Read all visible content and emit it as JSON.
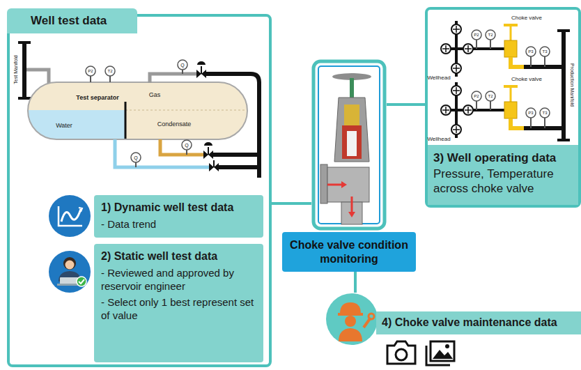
{
  "diagram": {
    "nodes": [
      {
        "text": [
          "Well test data"
        ]
      },
      {
        "text": [
          "1) Dynamic well test data",
          "- Data trend"
        ],
        "in": 0
      },
      {
        "text": [
          "2) Static well test data",
          "- Reviewed and approved by reservoir engineer",
          "- Select only 1 best represent set of value"
        ],
        "in": 0
      },
      {
        "text": [
          "Choke valve condition monitoring"
        ]
      },
      {
        "text": [
          "3) Well operating data",
          "Pressure, Temperature across choke valve"
        ]
      },
      {
        "text": [
          "4) Choke valve maintenance data"
        ]
      }
    ],
    "edges": [
      {
        "from": 0,
        "to": 3,
        "arrow": "none"
      },
      {
        "from": 4,
        "to": 3,
        "arrow": "none"
      },
      {
        "from": 5,
        "to": 3,
        "arrow": "none"
      }
    ],
    "labels": [
      "Test Manifold",
      "P2",
      "T2",
      "Q",
      "Test separator",
      "Gas",
      "Water",
      "Condensate",
      "Q",
      "Q",
      "Choke valve",
      "P2",
      "T2",
      "P3",
      "T3",
      "Wellhead",
      "Choke valve",
      "P2",
      "T2",
      "P3",
      "T3",
      "Wellhead",
      "Production Manifold"
    ]
  }
}
